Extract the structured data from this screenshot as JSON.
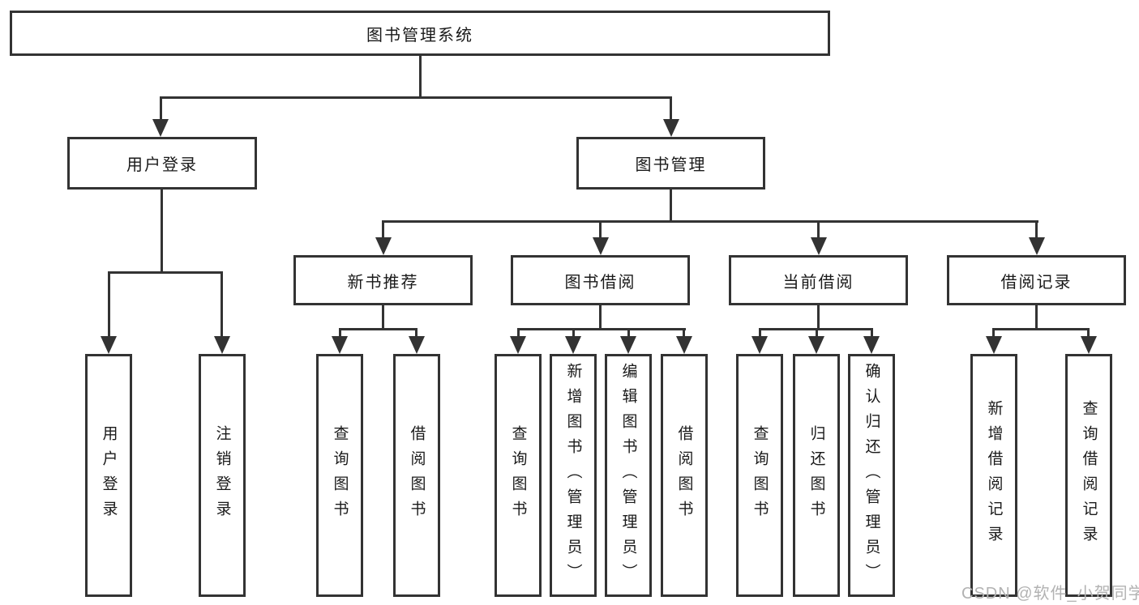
{
  "palette": {
    "line_color": "#333333",
    "text_color": "#1a1a1a",
    "watermark_color": "#b2b2b2",
    "background": "#ffffff"
  },
  "nodes": {
    "root": "图书管理系统",
    "user_login": "用户登录",
    "book_management": "图书管理",
    "new_book_recommend": "新书推荐",
    "book_borrowing": "图书借阅",
    "current_borrowing": "当前借阅",
    "borrowing_records": "借阅记录",
    "leaf_user_login": "用户登录",
    "leaf_logout": "注销登录",
    "leaf_query_books_recommend": "查询图书",
    "leaf_borrow_books_recommend": "借阅图书",
    "leaf_query_books_borrowing": "查询图书",
    "leaf_add_books_admin": "新增图书（管理员）",
    "leaf_edit_books_admin": "编辑图书（管理员）",
    "leaf_borrow_books_borrowing": "借阅图书",
    "leaf_query_books_current": "查询图书",
    "leaf_return_books": "归还图书",
    "leaf_confirm_return_admin": "确认归还（管理员）",
    "leaf_add_borrow_record": "新增借阅记录",
    "leaf_query_borrow_record": "查询借阅记录"
  },
  "watermark": "CSDN @软件_小贺同学"
}
